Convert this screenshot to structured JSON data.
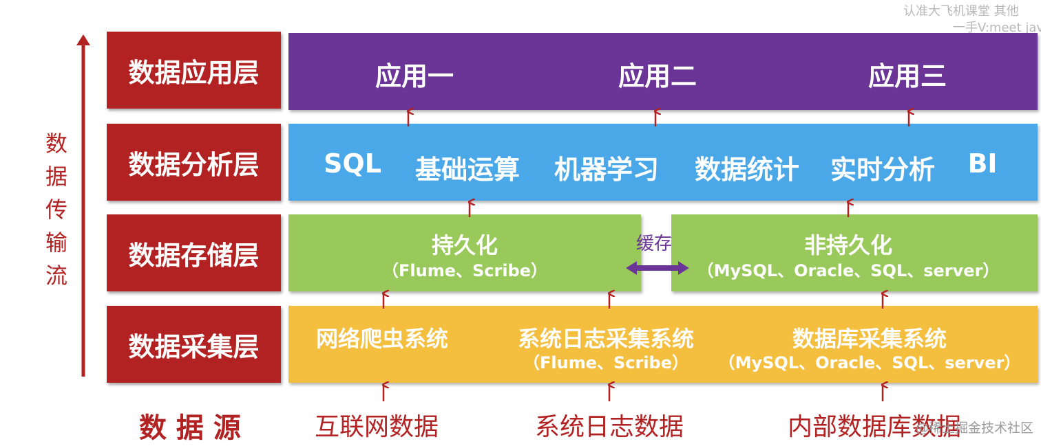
{
  "watermark": {
    "line1": "认准大飞机课堂 其他",
    "line2": "一手V:meet jav",
    "corner": "@稀土掘金技术社区"
  },
  "flow_label": [
    "数",
    "据",
    "传",
    "输",
    "流"
  ],
  "layers": [
    {
      "label": "数据应用层",
      "items": [
        "应用一",
        "应用二",
        "应用三"
      ]
    },
    {
      "label": "数据分析层",
      "items": [
        "SQL",
        "基础运算",
        "机器学习",
        "数据统计",
        "实时分析",
        "BI"
      ]
    },
    {
      "label": "数据存储层",
      "left": {
        "title": "持久化",
        "sub": "（Flume、Scribe）"
      },
      "cache": "缓存",
      "right": {
        "title": "非持久化",
        "sub": "（MySQL、Oracle、SQL、server）"
      }
    },
    {
      "label": "数据采集层",
      "items": [
        {
          "title": "网络爬虫系统",
          "sub": ""
        },
        {
          "title": "系统日志采集系统",
          "sub": "（Flume、Scribe）"
        },
        {
          "title": "数据库采集系统",
          "sub": "（MySQL、Oracle、SQL、server）"
        }
      ]
    }
  ],
  "sources": {
    "label": "数 据 源",
    "items": [
      "互联网数据",
      "系统日志数据",
      "内部数据库数据"
    ]
  },
  "colors": {
    "label_red": "#b22222",
    "app_purple": "#6a3597",
    "analysis_blue": "#4aa8e8",
    "storage_green": "#99c95b",
    "collect_yellow": "#f4bf3f",
    "arrow_red": "#b22222",
    "cache_purple": "#6a3597"
  }
}
